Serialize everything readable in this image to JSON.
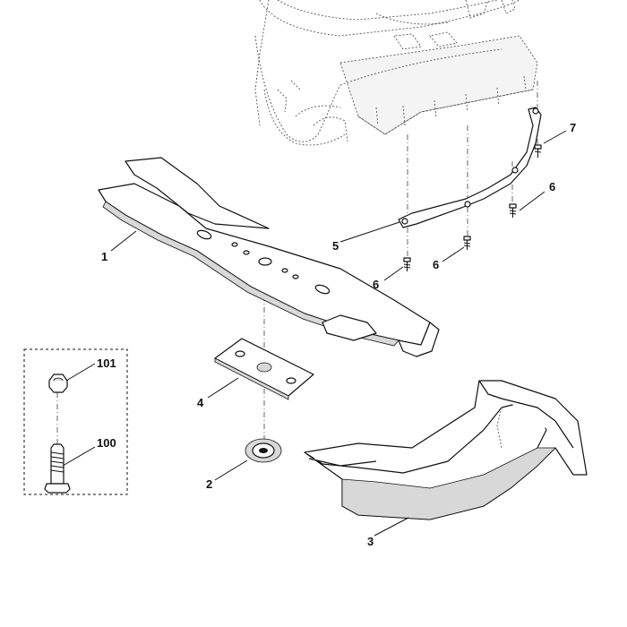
{
  "labels": {
    "blade": "1",
    "washer": "2",
    "deflector": "3",
    "plate": "4",
    "strip": "5",
    "screw_a": "6",
    "screw_b": "6",
    "screw_c": "6",
    "screw_top": "7",
    "nut": "101",
    "bolt": "100"
  }
}
